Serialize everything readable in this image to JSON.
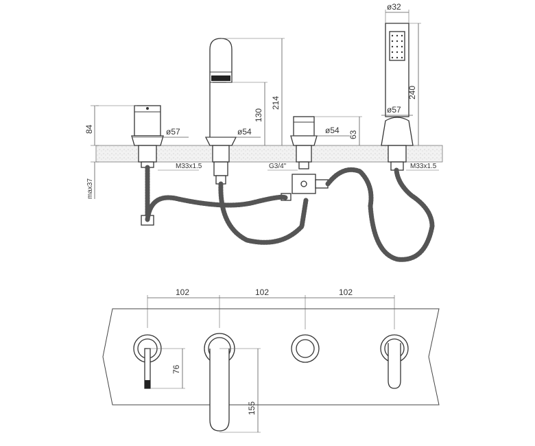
{
  "side_view": {
    "diameters": [
      "ø57",
      "ø54",
      "ø54",
      "ø57",
      "ø32"
    ],
    "heights": [
      "84",
      "130",
      "214",
      "63",
      "240"
    ],
    "max_depth": "max37",
    "threads": [
      "M33x1.5",
      "G3/4\"",
      "M33x1.5"
    ]
  },
  "top_view": {
    "spacings": [
      "102",
      "102",
      "102"
    ],
    "lever_offset": "76",
    "spout_reach": "155"
  },
  "colors": {
    "line": "#333333",
    "deck_fill": "#f3f3f3"
  }
}
